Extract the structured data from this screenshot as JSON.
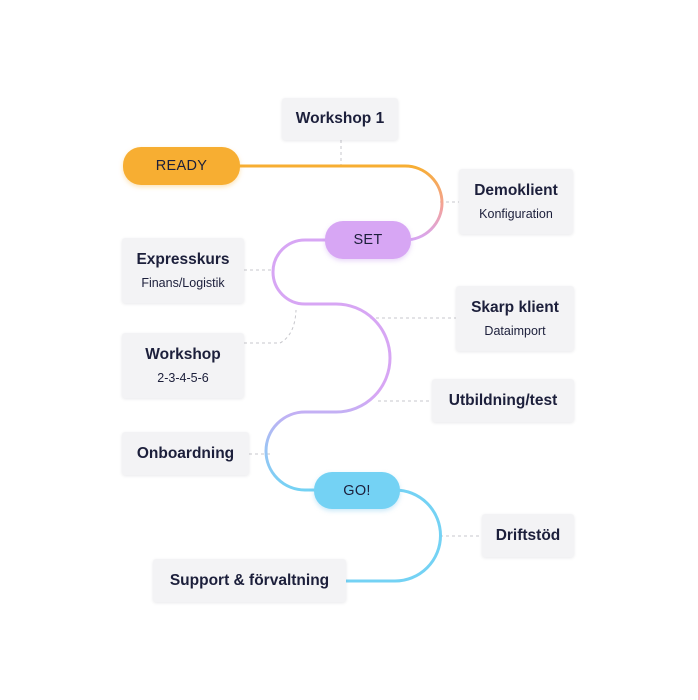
{
  "colors": {
    "ready": "#f7ae32",
    "set": "#d7a6f4",
    "go": "#74d2f4",
    "box_bg": "#f3f3f5",
    "text": "#1c1f3b",
    "connector": "#c7c7cc"
  },
  "milestones": {
    "ready": "READY",
    "set": "SET",
    "go": "GO!"
  },
  "steps": {
    "workshop1": {
      "title": "Workshop 1"
    },
    "demoklient": {
      "title": "Demoklient",
      "subtitle": "Konfiguration"
    },
    "expresskurs": {
      "title": "Expresskurs",
      "subtitle": "Finans/Logistik"
    },
    "skarp_klient": {
      "title": "Skarp klient",
      "subtitle": "Dataimport"
    },
    "workshop_series": {
      "title": "Workshop",
      "subtitle": "2-3-4-5-6"
    },
    "utbildning": {
      "title": "Utbildning/test"
    },
    "onboardning": {
      "title": "Onboardning"
    },
    "driftstod": {
      "title": "Driftstöd"
    },
    "support": {
      "title": "Support & förvaltning"
    }
  }
}
